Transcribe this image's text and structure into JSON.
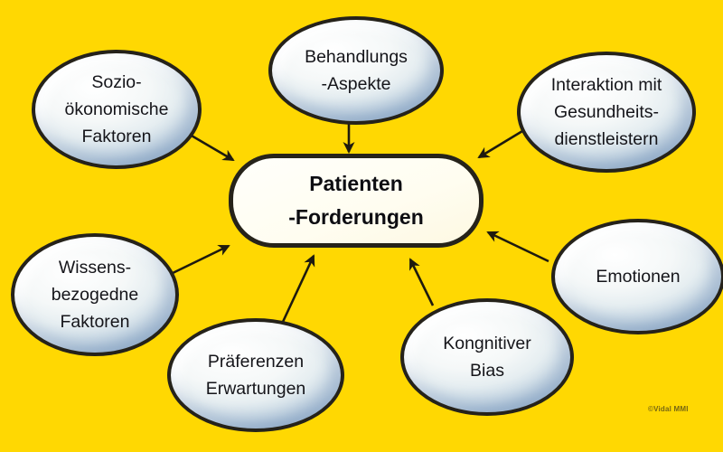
{
  "diagram": {
    "center": {
      "lines": [
        "Patienten",
        "-Forderungen"
      ]
    },
    "nodes": [
      {
        "id": "sozio-oekonomische-faktoren",
        "lines": [
          "Sozio-",
          "ökonomische",
          "Faktoren"
        ]
      },
      {
        "id": "behandlungs-aspekte",
        "lines": [
          "Behandlungs",
          "-Aspekte"
        ]
      },
      {
        "id": "interaktion-mit-gesundheitsdienstleistern",
        "lines": [
          "Interaktion mit",
          "Gesundheits-",
          "dienstleistern"
        ]
      },
      {
        "id": "wissensbezogene-faktoren",
        "lines": [
          "Wissens-",
          "bezogedne",
          "Faktoren"
        ]
      },
      {
        "id": "praeferenzen-erwartungen",
        "lines": [
          "Präferenzen",
          "Erwartungen"
        ]
      },
      {
        "id": "kognitiver-bias",
        "lines": [
          "Kongnitiver",
          "Bias"
        ]
      },
      {
        "id": "emotionen",
        "lines": [
          "Emotionen"
        ]
      }
    ],
    "watermark": "©Vidal MMI",
    "colors": {
      "background": "#FFD802",
      "node_outline": "#25221a",
      "node_fill_center": "#ffffff",
      "node_fill_edge": "#93b2cf",
      "center_fill": "#fffdf0",
      "arrow": "#1e1a0e",
      "text": "#15151a"
    }
  }
}
